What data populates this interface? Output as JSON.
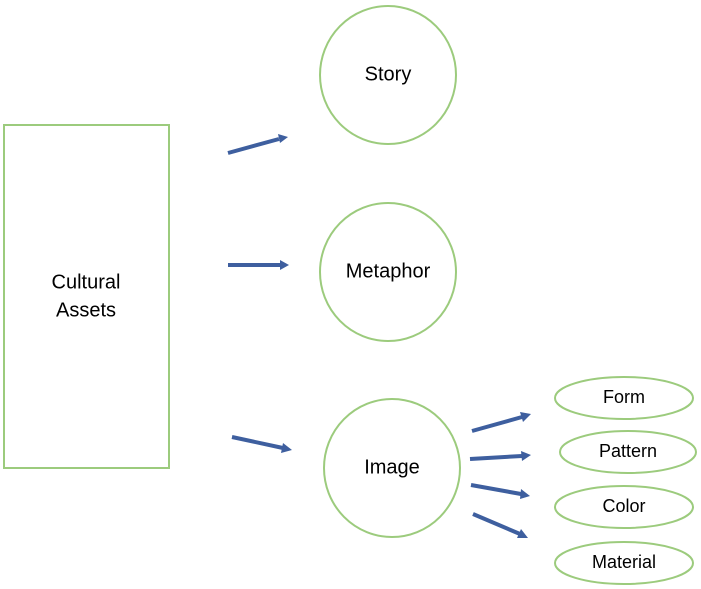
{
  "diagram": {
    "source": {
      "line1": "Cultural",
      "line2": "Assets"
    },
    "nodes": {
      "story": "Story",
      "metaphor": "Metaphor",
      "image": "Image"
    },
    "image_attributes": {
      "form": "Form",
      "pattern": "Pattern",
      "color": "Color",
      "material": "Material"
    },
    "colors": {
      "node_outline": "#9ccb7d",
      "arrow": "#3e5f9f",
      "text": "#000000"
    }
  }
}
